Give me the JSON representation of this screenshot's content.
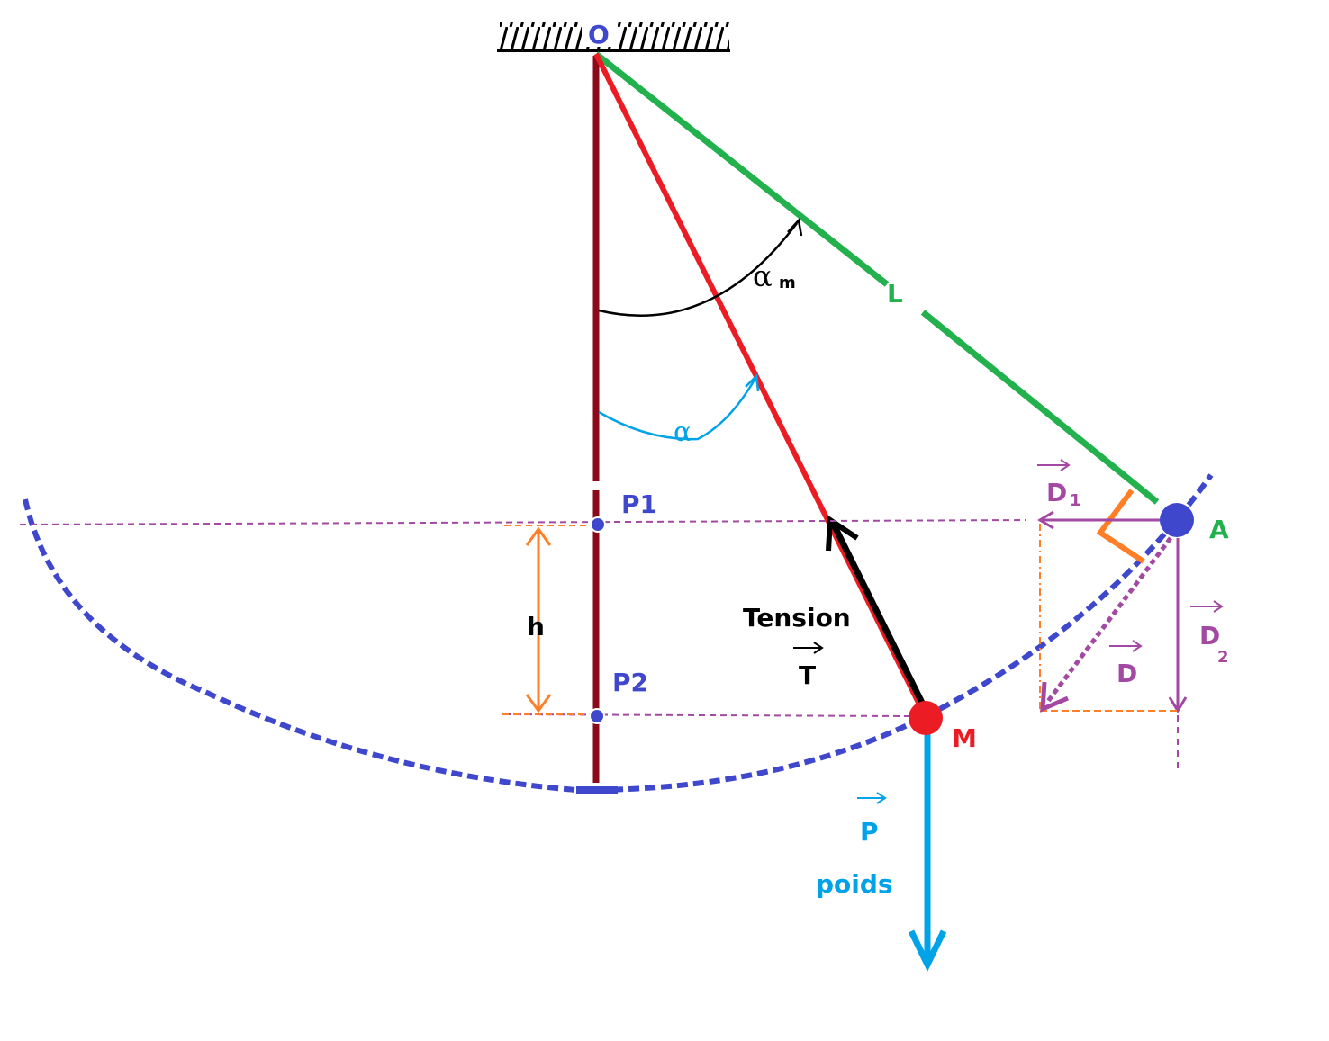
{
  "labels": {
    "O": "O",
    "L": "L",
    "alpha_m": "α",
    "alpha_m_sub": "m",
    "alpha": "α",
    "P1": "P1",
    "P2": "P2",
    "h": "h",
    "A": "A",
    "M": "M",
    "D1": "D",
    "D1_sub": "1",
    "D2": "D",
    "D2_sub": "2",
    "D": "D",
    "tension": "Tension",
    "T": "T",
    "P": "P",
    "poids": "poids"
  },
  "colors": {
    "vertical_rod": "#8b0a1a",
    "pendulum_current": "#ec1c24",
    "pendulum_max": "#22b14c",
    "trajectory": "#3f48cc",
    "mass_M": "#ec1c24",
    "mass_A": "#3f48cc",
    "vectors_D": "#a349a4",
    "height_h": "#ff7f27",
    "weight_P": "#00a2e8",
    "tension_T": "#000000",
    "angle_alpha": "#00a2e8",
    "angle_alpha_m": "#000000"
  }
}
